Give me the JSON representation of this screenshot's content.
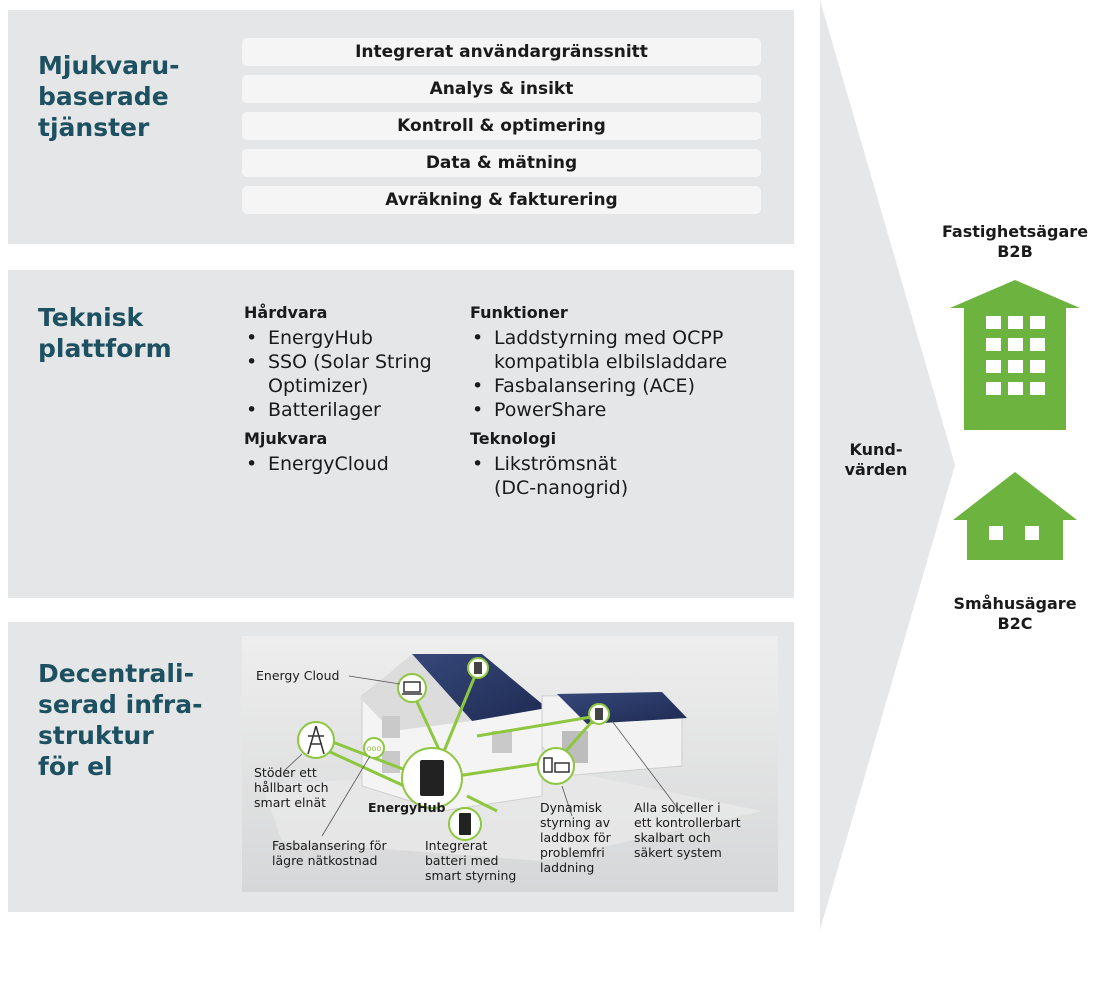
{
  "software": {
    "title": [
      "Mjukvaru-",
      "baserade",
      "tjänster"
    ],
    "bars": [
      "Integrerat användargränssnitt",
      "Analys & insikt",
      "Kontroll & optimering",
      "Data & mätning",
      "Avräkning & fakturering"
    ]
  },
  "platform": {
    "title": [
      "Teknisk",
      "plattform"
    ],
    "hardware_heading": "Hårdvara",
    "hardware_items": [
      "EnergyHub",
      "SSO (Solar String Optimizer)",
      "Batterilager"
    ],
    "software_heading": "Mjukvara",
    "software_items": [
      "EnergyCloud"
    ],
    "functions_heading": "Funktioner",
    "functions_items": [
      "Laddstyrning med OCPP kompatibla elbilsladdare",
      "Fasbalansering (ACE)",
      "PowerShare"
    ],
    "technology_heading": "Teknologi",
    "technology_items": [
      "Likströmsnät (DC-nanogrid)"
    ]
  },
  "infrastructure": {
    "title": [
      "Decentrali-",
      "serad infra-",
      "struktur",
      "för el"
    ],
    "labels": {
      "energy_cloud": "Energy Cloud",
      "grid": [
        "Stöder ett",
        "hållbart och",
        "smart elnät"
      ],
      "hub": "EnergyHub",
      "phase": [
        "Fasbalansering för",
        "lägre nätkostnad"
      ],
      "battery": [
        "Integrerat",
        "batteri med",
        "smart styrning"
      ],
      "charging": [
        "Dynamisk",
        "styrning av",
        "laddbox för",
        "problemfri",
        "laddning"
      ],
      "solar": [
        "Alla solceller i",
        "ett kontrollerbart",
        "skalbart och",
        "säkert system"
      ]
    }
  },
  "customer": {
    "arrow_label": [
      "Kund-",
      "värden"
    ],
    "b2b": [
      "Fastighetsägare",
      "B2B"
    ],
    "b2c": [
      "Småhusägare",
      "B2C"
    ]
  },
  "colors": {
    "panel": "#e5e6e7",
    "title": "#1d5060",
    "green": "#6db33f",
    "arrow": "#e5e6e7"
  }
}
